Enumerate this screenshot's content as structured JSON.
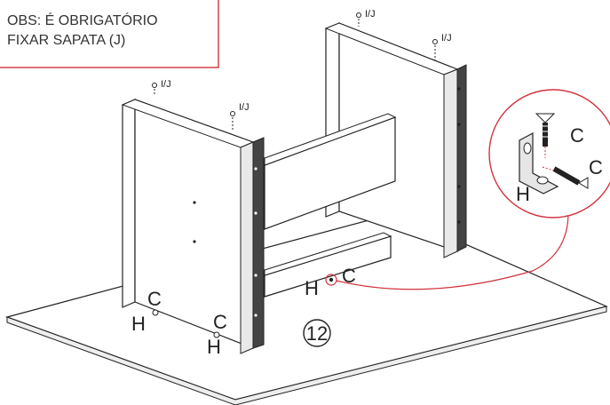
{
  "note": {
    "line1": "OBS: É OBRIGATÓRIO",
    "line2": "FIXAR SAPATA (J)",
    "border_color": "#d2323c"
  },
  "step_number": "12",
  "labels": {
    "slot_label": "I/J",
    "bracket": "H",
    "screw": "C"
  },
  "detail": {
    "top_screw": "C",
    "side_screw": "C",
    "bracket": "H",
    "accent_color": "#d2323c"
  }
}
